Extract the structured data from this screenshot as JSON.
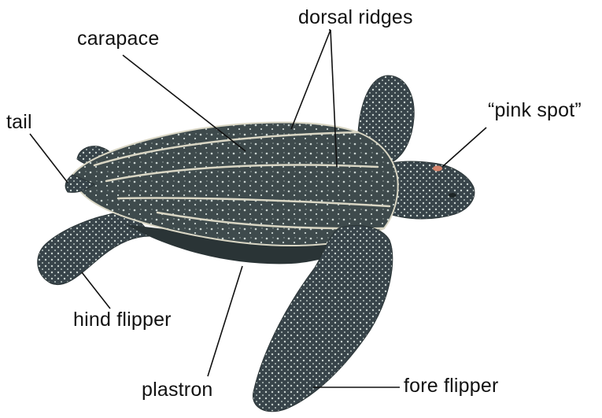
{
  "labels": {
    "dorsal_ridges": "dorsal ridges",
    "carapace": "carapace",
    "tail": "tail",
    "pink_spot": "“pink spot”",
    "hind_flipper": "hind flipper",
    "plastron": "plastron",
    "fore_flipper": "fore flipper"
  },
  "colors": {
    "skin": "#3e4a4c",
    "skin_dark": "#2a3436",
    "ridge": "#d9d6c4",
    "spot": "#c9d3d0",
    "pink_spot": "#d4826a",
    "leader_line": "#111111"
  }
}
